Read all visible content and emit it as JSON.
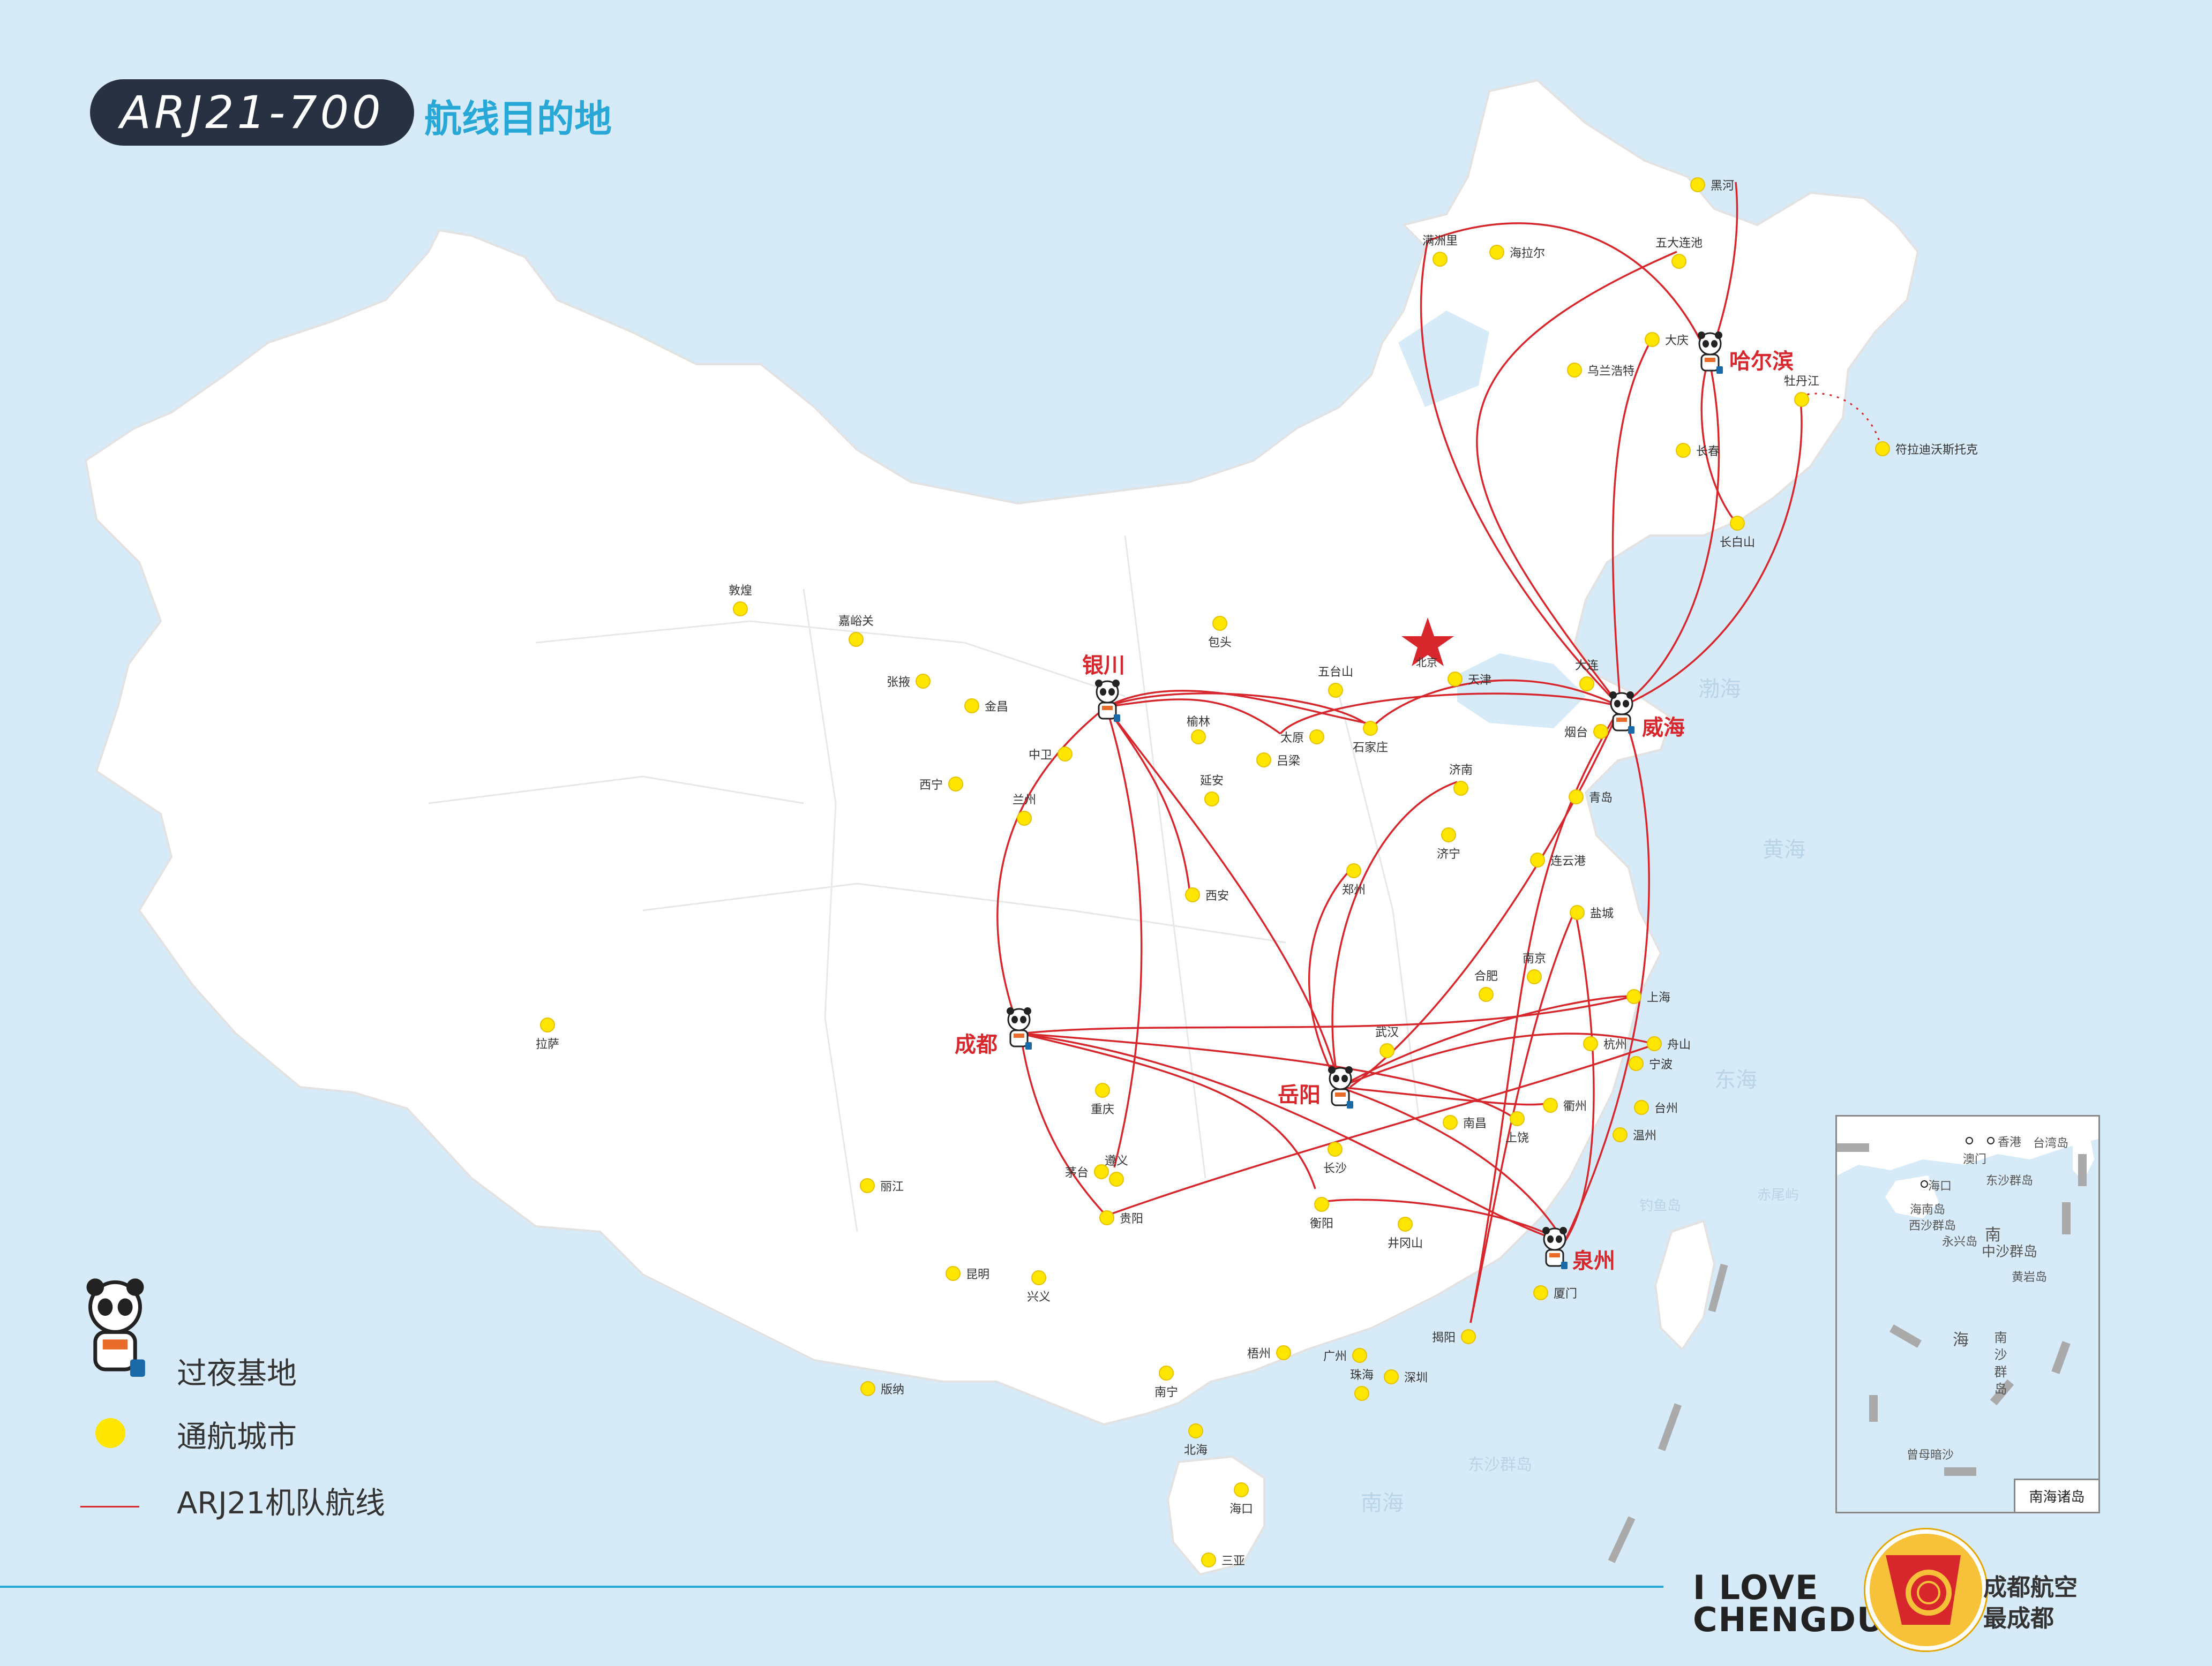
{
  "header": {
    "model": "ARJ21-700",
    "subtitle": "航线目的地"
  },
  "capital": {
    "label": "北京"
  },
  "bases": [
    {
      "label": "银川"
    },
    {
      "label": "哈尔滨"
    },
    {
      "label": "威海"
    },
    {
      "label": "成都"
    },
    {
      "label": "岳阳"
    },
    {
      "label": "泉州"
    }
  ],
  "cities": [
    "黑河",
    "满洲里",
    "海拉尔",
    "五大连池",
    "大庆",
    "乌兰浩特",
    "牡丹江",
    "符拉迪沃斯托克",
    "长春",
    "长白山",
    "敦煌",
    "嘉峪关",
    "包头",
    "张掖",
    "金昌",
    "五台山",
    "天津",
    "大连",
    "榆林",
    "太原",
    "石家庄",
    "烟台",
    "中卫",
    "吕梁",
    "济南",
    "西宁",
    "延安",
    "青岛",
    "兰州",
    "济宁",
    "连云港",
    "郑州",
    "西安",
    "盐城",
    "合肥",
    "南京",
    "上海",
    "拉萨",
    "武汉",
    "杭州",
    "舟山",
    "宁波",
    "重庆",
    "南昌",
    "衢州",
    "台州",
    "上饶",
    "温州",
    "遵义",
    "茅台",
    "长沙",
    "丽江",
    "衡阳",
    "贵阳",
    "井冈山",
    "昆明",
    "兴义",
    "厦门",
    "揭阳",
    "梧州",
    "广州",
    "南宁",
    "珠海",
    "深圳",
    "版纳",
    "北海",
    "海口",
    "三亚"
  ],
  "legend": {
    "base_label": "过夜基地",
    "city_label": "通航城市",
    "route_label": "ARJ21机队航线"
  },
  "inset": {
    "title": "南海诸岛",
    "labels": [
      "香港",
      "澳门",
      "海口",
      "台湾岛",
      "东沙群岛",
      "海南岛",
      "西沙群岛",
      "永兴岛",
      "中沙群岛",
      "黄岩岛",
      "南沙群岛",
      "曾母暗沙",
      "南",
      "海"
    ]
  },
  "sea_labels": [
    "渤海",
    "黄海",
    "东海",
    "南海",
    "钓鱼岛",
    "赤尾屿",
    "东沙群岛"
  ],
  "footer": {
    "love": "I LOVE",
    "chengdu": "CHENGDU",
    "slogan_line1": "成都航空",
    "slogan_line2": "最成都"
  },
  "colors": {
    "route": "#d7262c",
    "city_dot": "#ffe600",
    "land": "#ffffff",
    "sea": "#d7eaf7",
    "title_pill": "#283142",
    "accent": "#27a8d6"
  }
}
